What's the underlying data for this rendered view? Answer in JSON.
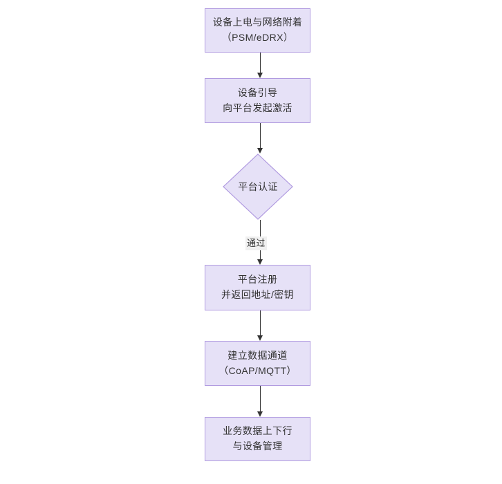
{
  "diagram": {
    "type": "flowchart",
    "orientation": "top-to-bottom",
    "title": "",
    "theme": {
      "node_fill": "#e6e1f7",
      "node_border": "#b09ae0",
      "text_color": "#333333",
      "edge_color": "#333333",
      "edge_label_bg": "#f0f0f0",
      "canvas_bg": "#ffffff"
    },
    "nodes": [
      {
        "id": "n1",
        "shape": "rect",
        "line1": "设备上电与网络附着",
        "line2": "（PSM/eDRX）"
      },
      {
        "id": "n2",
        "shape": "rect",
        "line1": "设备引导",
        "line2": "向平台发起激活"
      },
      {
        "id": "n3",
        "shape": "diamond",
        "line1": "平台认证",
        "line2": ""
      },
      {
        "id": "n4",
        "shape": "rect",
        "line1": "平台注册",
        "line2": "并返回地址/密钥"
      },
      {
        "id": "n5",
        "shape": "rect",
        "line1": "建立数据通道",
        "line2": "（CoAP/MQTT）"
      },
      {
        "id": "n6",
        "shape": "rect",
        "line1": "业务数据上下行",
        "line2": "与设备管理"
      }
    ],
    "edges": [
      {
        "id": "e1",
        "from": "n1",
        "to": "n2",
        "label": ""
      },
      {
        "id": "e2",
        "from": "n2",
        "to": "n3",
        "label": ""
      },
      {
        "id": "e3",
        "from": "n3",
        "to": "n4",
        "label": "通过"
      },
      {
        "id": "e4",
        "from": "n4",
        "to": "n5",
        "label": ""
      },
      {
        "id": "e5",
        "from": "n5",
        "to": "n6",
        "label": ""
      }
    ]
  }
}
